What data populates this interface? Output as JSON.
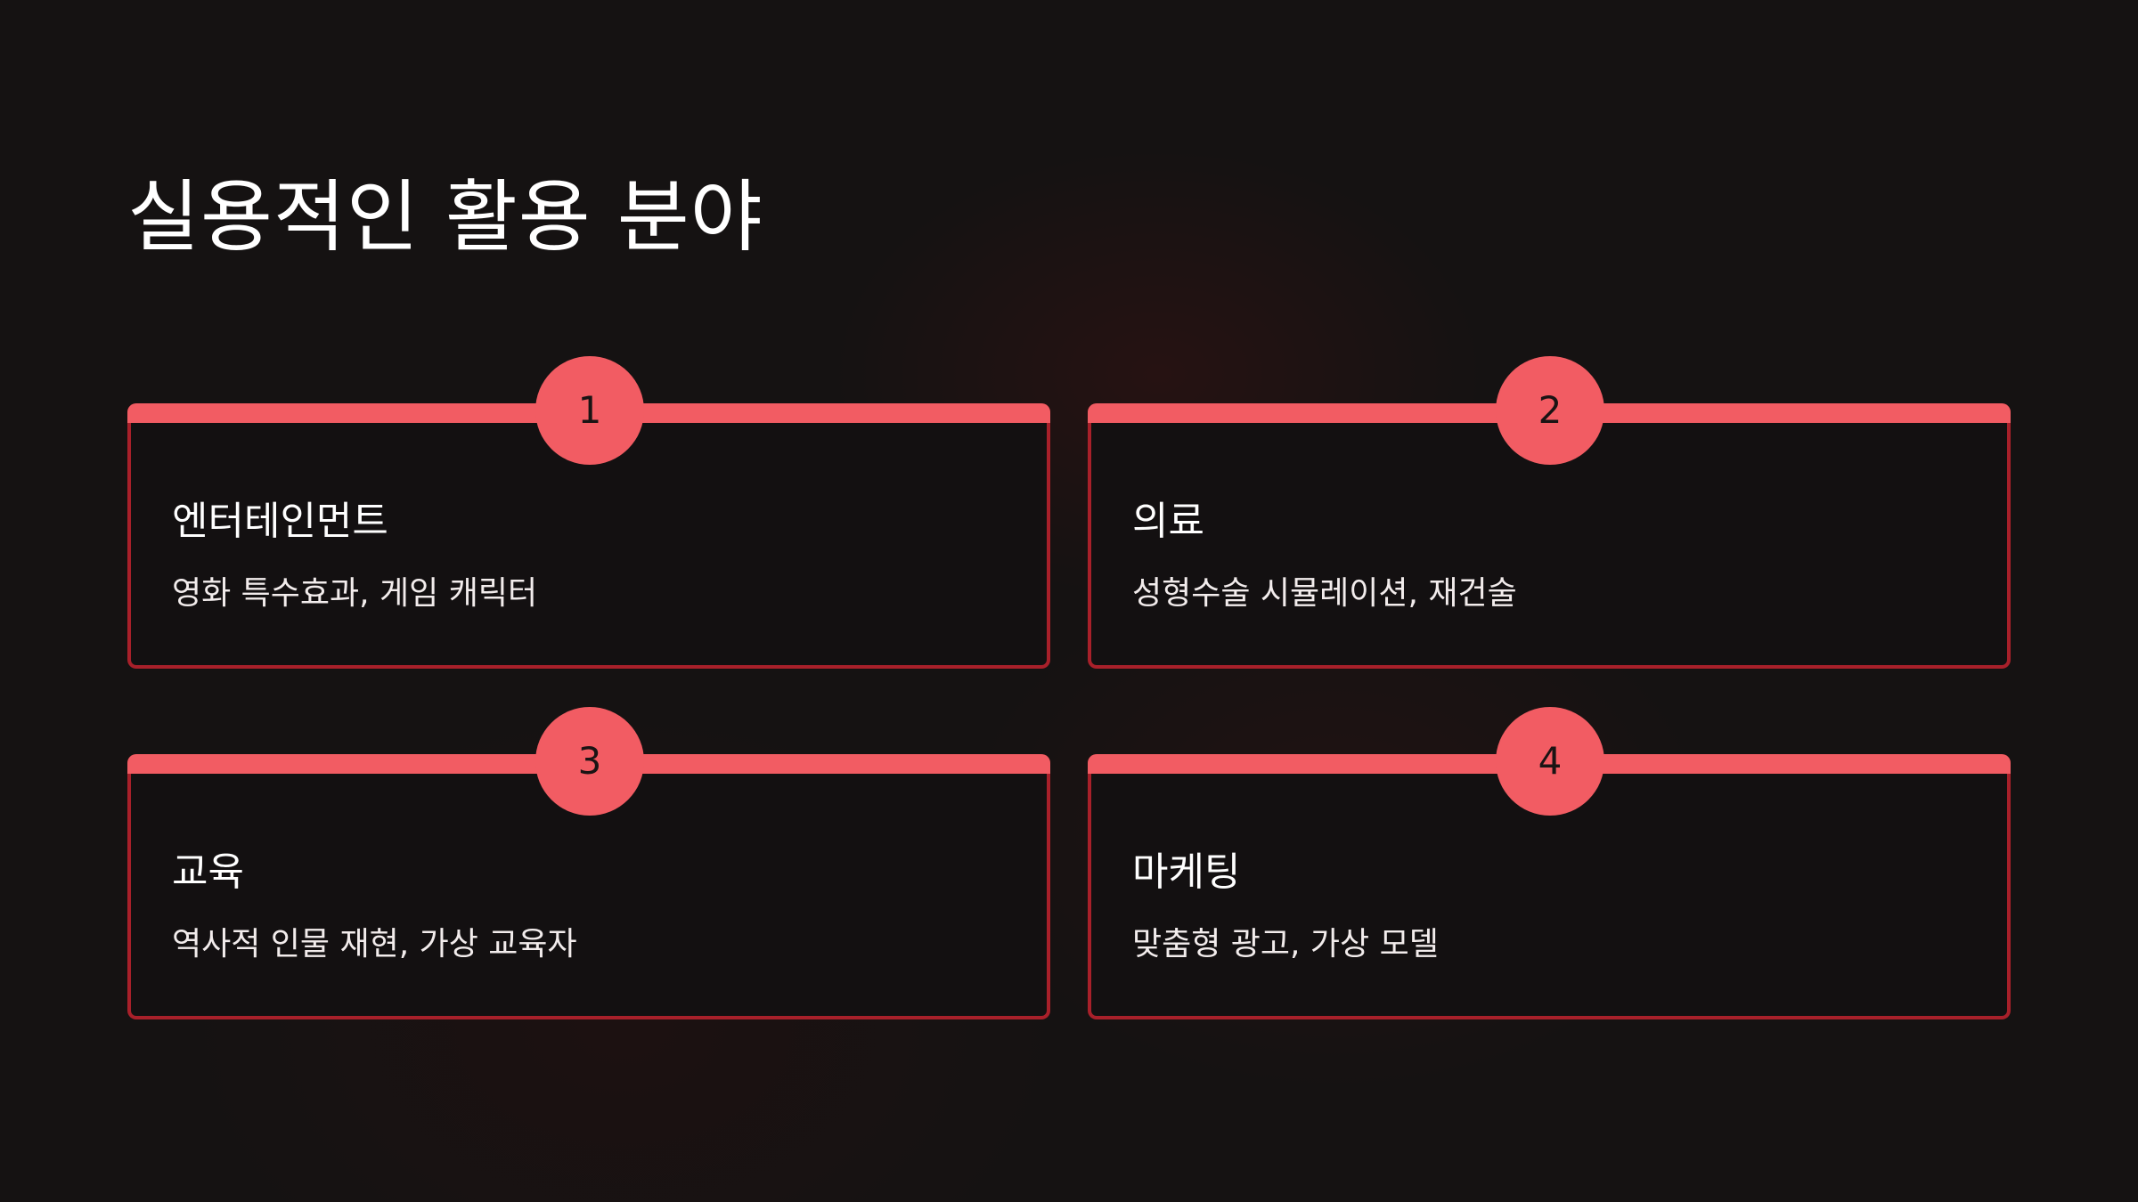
{
  "page": {
    "title": "실용적인 활용 분야"
  },
  "colors": {
    "background": "#151212",
    "accent": "#f25c63",
    "card_border": "#a8202a",
    "text": "#ffffff"
  },
  "cards": [
    {
      "number": "1",
      "title": "엔터테인먼트",
      "description": "영화 특수효과, 게임 캐릭터"
    },
    {
      "number": "2",
      "title": "의료",
      "description": "성형수술 시뮬레이션, 재건술"
    },
    {
      "number": "3",
      "title": "교육",
      "description": "역사적 인물 재현, 가상 교육자"
    },
    {
      "number": "4",
      "title": "마케팅",
      "description": "맞춤형 광고, 가상 모델"
    }
  ]
}
